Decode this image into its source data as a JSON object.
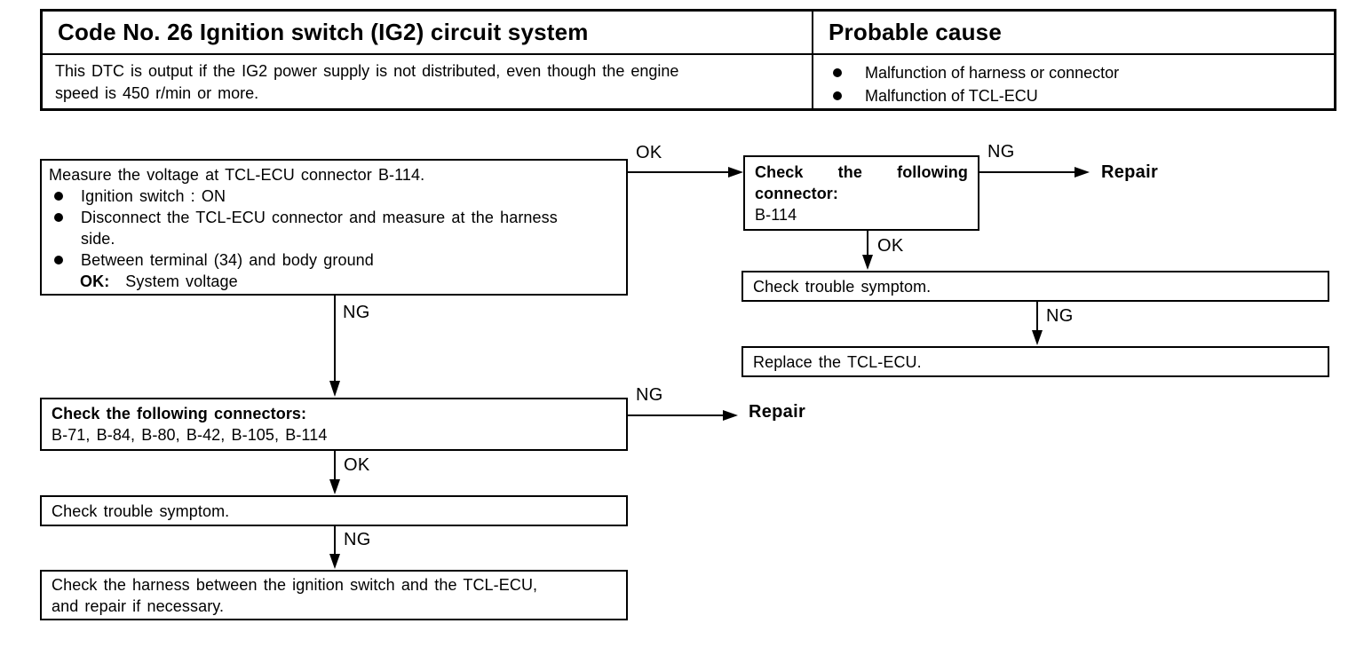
{
  "header": {
    "code_title": "Code No. 26 Ignition switch (IG2) circuit system",
    "probable_cause_title": "Probable cause",
    "description": "This DTC is output if the IG2 power supply is not distributed, even though the engine speed is 450 r/min or more.",
    "causes": [
      "Malfunction of harness or connector",
      "Malfunction of TCL-ECU"
    ]
  },
  "flowchart": {
    "measure_box": {
      "title": "Measure the voltage at TCL-ECU connector B-114.",
      "bullets": [
        "Ignition switch : ON",
        "Disconnect the TCL-ECU connector and measure at the harness side.",
        "Between terminal (34) and body ground"
      ],
      "ok_label": "OK:",
      "ok_value": "System voltage"
    },
    "check_connector_box": {
      "title": "Check the following connector:",
      "body": "B-114"
    },
    "check_symptom_right_box": {
      "text": "Check trouble symptom."
    },
    "replace_ecu_box": {
      "text": "Replace the TCL-ECU."
    },
    "check_connectors_box": {
      "title": "Check the following connectors:",
      "body": "B-71, B-84, B-80, B-42, B-105, B-114"
    },
    "check_symptom_left_box": {
      "text": "Check trouble symptom."
    },
    "check_harness_box": {
      "text": "Check the harness between the ignition switch and the TCL-ECU, and repair if necessary."
    },
    "labels": {
      "measure_to_connector_ok": "OK",
      "connector_to_repair_ng": "NG",
      "repair_top": "Repair",
      "connector_to_symptom_ok": "OK",
      "symptom_to_replace_ng": "NG",
      "measure_to_connectors_ng": "NG",
      "connectors_to_repair_ng": "NG",
      "repair_bottom": "Repair",
      "connectors_to_symptom_ok": "OK",
      "symptom_to_harness_ng": "NG"
    }
  }
}
